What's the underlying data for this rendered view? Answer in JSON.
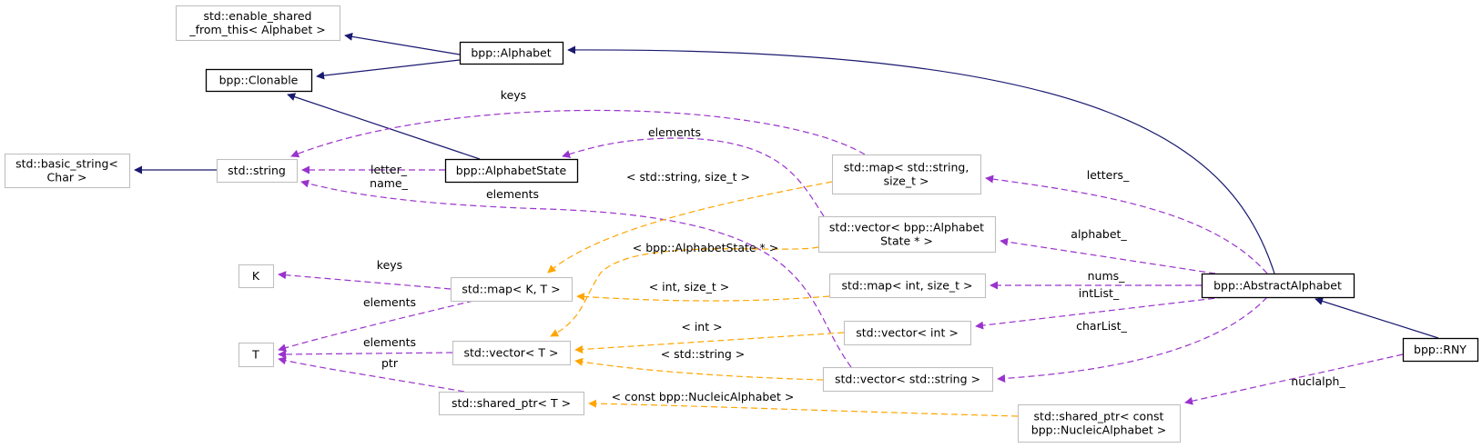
{
  "colors": {
    "inheritance": "#191970",
    "usage": "#9a32cd",
    "template": "#ffa500",
    "documented_border": "#000000",
    "undocumented_border": "#bfbfbf",
    "focus_fill": "#bfbfbf"
  },
  "nodes": {
    "enable_shared": {
      "lines": [
        "std::enable_shared",
        "_from_this< Alphabet >"
      ],
      "documented": false
    },
    "alphabet": {
      "lines": [
        "bpp::Alphabet"
      ],
      "documented": true
    },
    "clonable": {
      "lines": [
        "bpp::Clonable"
      ],
      "documented": true
    },
    "basic_string": {
      "lines": [
        "std::basic_string<",
        "Char >"
      ],
      "documented": false
    },
    "std_string": {
      "lines": [
        "std::string"
      ],
      "documented": false
    },
    "alphabet_state": {
      "lines": [
        "bpp::AlphabetState"
      ],
      "documented": true
    },
    "map_str": {
      "lines": [
        "std::map< std::string,",
        "size_t >"
      ],
      "documented": false
    },
    "vec_state": {
      "lines": [
        "std::vector< bpp::Alphabet",
        "State * >"
      ],
      "documented": false
    },
    "k": {
      "lines": [
        "K"
      ],
      "documented": false
    },
    "map_kt": {
      "lines": [
        "std::map< K, T >"
      ],
      "documented": false
    },
    "map_int": {
      "lines": [
        "std::map< int, size_t >"
      ],
      "documented": false
    },
    "abstract_alphabet": {
      "lines": [
        "bpp::AbstractAlphabet"
      ],
      "documented": true
    },
    "t": {
      "lines": [
        "T"
      ],
      "documented": false
    },
    "vec_t": {
      "lines": [
        "std::vector< T >"
      ],
      "documented": false
    },
    "vec_int": {
      "lines": [
        "std::vector< int >"
      ],
      "documented": false
    },
    "vec_string": {
      "lines": [
        "std::vector< std::string >"
      ],
      "documented": false
    },
    "rny": {
      "lines": [
        "bpp::RNY"
      ],
      "documented": true,
      "focus": true
    },
    "shared_t": {
      "lines": [
        "std::shared_ptr< T >"
      ],
      "documented": false
    },
    "shared_nuc": {
      "lines": [
        "std::shared_ptr< const",
        "bpp::NucleicAlphabet >"
      ],
      "documented": false
    }
  },
  "edges": [
    {
      "id": "e1",
      "from": "alphabet",
      "to": "enable_shared",
      "kind": "inheritance",
      "label": []
    },
    {
      "id": "e2",
      "from": "alphabet",
      "to": "clonable",
      "kind": "inheritance",
      "label": []
    },
    {
      "id": "e3",
      "from": "alphabet_state",
      "to": "clonable",
      "kind": "inheritance",
      "label": []
    },
    {
      "id": "e4",
      "from": "std_string",
      "to": "basic_string",
      "kind": "inheritance",
      "label": []
    },
    {
      "id": "e5",
      "from": "abstract_alphabet",
      "to": "alphabet",
      "kind": "inheritance",
      "label": []
    },
    {
      "id": "e6",
      "from": "rny",
      "to": "abstract_alphabet",
      "kind": "inheritance",
      "label": []
    },
    {
      "id": "e7",
      "from": "map_str",
      "to": "std_string",
      "kind": "usage",
      "label": [
        "keys"
      ]
    },
    {
      "id": "e8",
      "from": "alphabet_state",
      "to": "std_string",
      "kind": "usage",
      "label": [
        "letter_",
        "name_"
      ]
    },
    {
      "id": "e9",
      "from": "vec_state",
      "to": "alphabet_state",
      "kind": "usage",
      "label": [
        "elements"
      ]
    },
    {
      "id": "e10",
      "from": "vec_string",
      "to": "std_string",
      "kind": "usage",
      "label": [
        "elements"
      ]
    },
    {
      "id": "e11",
      "from": "abstract_alphabet",
      "to": "map_str",
      "kind": "usage",
      "label": [
        "letters_"
      ]
    },
    {
      "id": "e12",
      "from": "abstract_alphabet",
      "to": "vec_state",
      "kind": "usage",
      "label": [
        "alphabet_"
      ]
    },
    {
      "id": "e13",
      "from": "abstract_alphabet",
      "to": "map_int",
      "kind": "usage",
      "label": [
        "nums_"
      ]
    },
    {
      "id": "e14",
      "from": "abstract_alphabet",
      "to": "vec_int",
      "kind": "usage",
      "label": [
        "intList_"
      ]
    },
    {
      "id": "e15",
      "from": "abstract_alphabet",
      "to": "vec_string",
      "kind": "usage",
      "label": [
        "charList_"
      ]
    },
    {
      "id": "e16",
      "from": "rny",
      "to": "shared_nuc",
      "kind": "usage",
      "label": [
        "nuclalph_"
      ]
    },
    {
      "id": "e17",
      "from": "map_str",
      "to": "map_kt",
      "kind": "template",
      "label": [
        "< std::string, size_t >"
      ]
    },
    {
      "id": "e18",
      "from": "vec_state",
      "to": "vec_t",
      "kind": "template",
      "label": [
        "< bpp::AlphabetState * >"
      ]
    },
    {
      "id": "e19",
      "from": "map_int",
      "to": "map_kt",
      "kind": "template",
      "label": [
        "< int, size_t >"
      ]
    },
    {
      "id": "e20",
      "from": "vec_int",
      "to": "vec_t",
      "kind": "template",
      "label": [
        "< int >"
      ]
    },
    {
      "id": "e21",
      "from": "vec_string",
      "to": "vec_t",
      "kind": "template",
      "label": [
        "< std::string >"
      ]
    },
    {
      "id": "e22",
      "from": "shared_nuc",
      "to": "shared_t",
      "kind": "template",
      "label": [
        "< const bpp::NucleicAlphabet >"
      ]
    },
    {
      "id": "e23",
      "from": "map_kt",
      "to": "k",
      "kind": "usage",
      "label": [
        "keys"
      ]
    },
    {
      "id": "e24",
      "from": "map_kt",
      "to": "t",
      "kind": "usage",
      "label": [
        "elements"
      ]
    },
    {
      "id": "e25",
      "from": "vec_t",
      "to": "t",
      "kind": "usage",
      "label": [
        "elements"
      ]
    },
    {
      "id": "e26",
      "from": "shared_t",
      "to": "t",
      "kind": "usage",
      "label": [
        "ptr"
      ]
    }
  ]
}
